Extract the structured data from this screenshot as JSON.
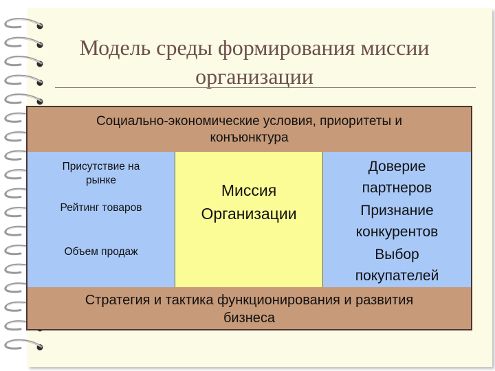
{
  "slide": {
    "title_line1": "Модель среды формирования миссии",
    "title_line2": "организации"
  },
  "diagram": {
    "top_band": {
      "line1": "Социально-экономические условия, приоритеты и",
      "line2": "конъюнктура"
    },
    "left_items": [
      {
        "line1": "Присутствие на",
        "line2": "рынке"
      },
      {
        "line1": "Рейтинг товаров"
      },
      {
        "line1": "Объем продаж"
      }
    ],
    "center": {
      "line1": "Миссия",
      "line2": "Организации"
    },
    "right_items": [
      {
        "line1": "Доверие",
        "line2": "партнеров"
      },
      {
        "line1": "Признание",
        "line2": "конкурентов"
      },
      {
        "line1": "Выбор",
        "line2": "покупателей"
      }
    ],
    "bottom_band": {
      "line1": "Стратегия и тактика функционирования и развития",
      "line2": "бизнеса"
    }
  },
  "colors": {
    "paper": "#fcfbe5",
    "frame": "#c79a79",
    "blue_panels": "#a8c8f8",
    "center_panel": "#fcfc96",
    "title_text": "#6b4f4b"
  },
  "icons": {
    "binding": "spiral-ring-icon"
  }
}
